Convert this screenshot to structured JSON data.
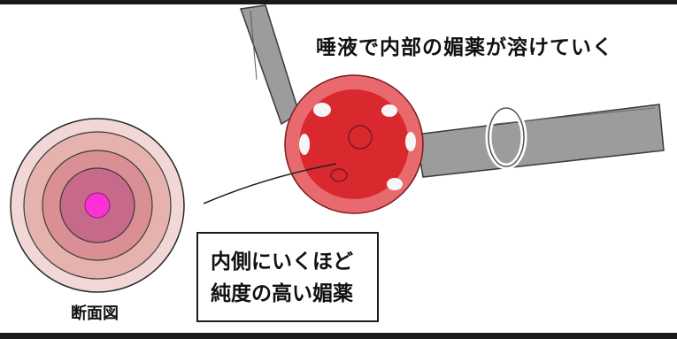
{
  "captions": {
    "top": "唾液で内部の媚薬が溶けていく",
    "section": "断面図",
    "box_line1": "内側にいくほど",
    "box_line2": "純度の高い媚薬"
  },
  "colors": {
    "frame": "#1a1a1a",
    "ring_outer": "#e6b2ae",
    "ring_mid": "#d98f93",
    "ring_inner": "#c7698a",
    "core": "#ff2fd8",
    "ball_red": "#d8262b",
    "ball_light": "#e86a6e",
    "strap": "#9c9c9c"
  }
}
